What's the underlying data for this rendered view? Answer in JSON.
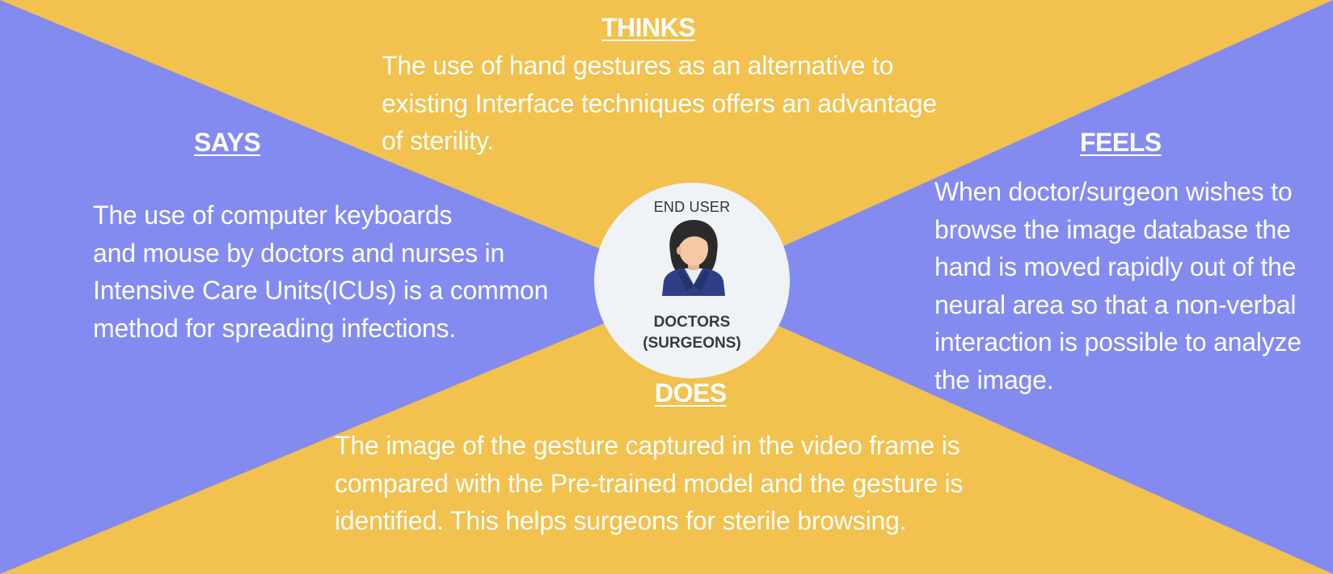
{
  "colors": {
    "side_quadrants": "#838bf0",
    "top_bottom_quadrants": "#f2c14e",
    "text": "#ffffff",
    "center_circle": "#eff3f8"
  },
  "thinks": {
    "heading": "THINKS",
    "lines": [
      "The use of hand gestures as an alternative to",
      "existing Interface techniques offers an advantage",
      "of sterility."
    ]
  },
  "says": {
    "heading": "SAYS",
    "lines": [
      "The use of computer keyboards",
      "and mouse by doctors and nurses in",
      "Intensive Care Units(ICUs) is a common",
      "method for spreading infections."
    ]
  },
  "feels": {
    "heading": "FEELS",
    "lines": [
      "When doctor/surgeon  wishes to",
      "browse the image database the",
      "hand is moved rapidly out of the",
      "neural area so that a non-verbal",
      "interaction is possible to analyze",
      "the image."
    ]
  },
  "does": {
    "heading": "DOES",
    "lines": [
      "The image of the gesture captured in the video frame is",
      "compared with the Pre-trained model and the gesture is",
      "identified. This helps surgeons for sterile browsing."
    ]
  },
  "center": {
    "title": "END USER",
    "icon": "female-doctor-icon",
    "role_line1": "DOCTORS",
    "role_line2": "(SURGEONS)"
  }
}
